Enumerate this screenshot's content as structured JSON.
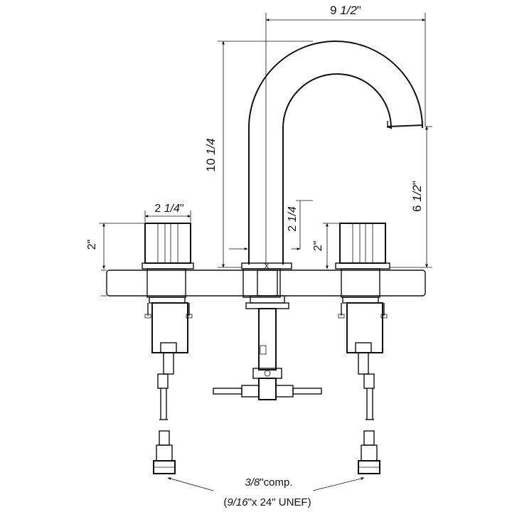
{
  "dimensions": {
    "spout_reach": {
      "whole": "9 ",
      "frac": "1/2",
      "unit": "\""
    },
    "overall_height": {
      "whole": "10 ",
      "frac": "1/4",
      "unit": ""
    },
    "spout_height": {
      "whole": "6 ",
      "frac": "1/2",
      "unit": "\""
    },
    "handle_width": {
      "whole": "2 ",
      "frac": "1/4",
      "unit": "\""
    },
    "handle_height_left": {
      "whole": "2",
      "frac": "",
      "unit": "\""
    },
    "handle_height_right": {
      "whole": "2",
      "frac": "",
      "unit": "\""
    },
    "spout_base_height": {
      "whole": "2 ",
      "frac": "1/4",
      "unit": ""
    }
  },
  "connection": {
    "size_frac": "3/8",
    "size_label": "\"comp.",
    "thread_open": "(",
    "thread_frac": "9/16",
    "thread_label": "\"x 24\" UNEF)"
  },
  "colors": {
    "line": "#111111",
    "background": "#ffffff"
  }
}
